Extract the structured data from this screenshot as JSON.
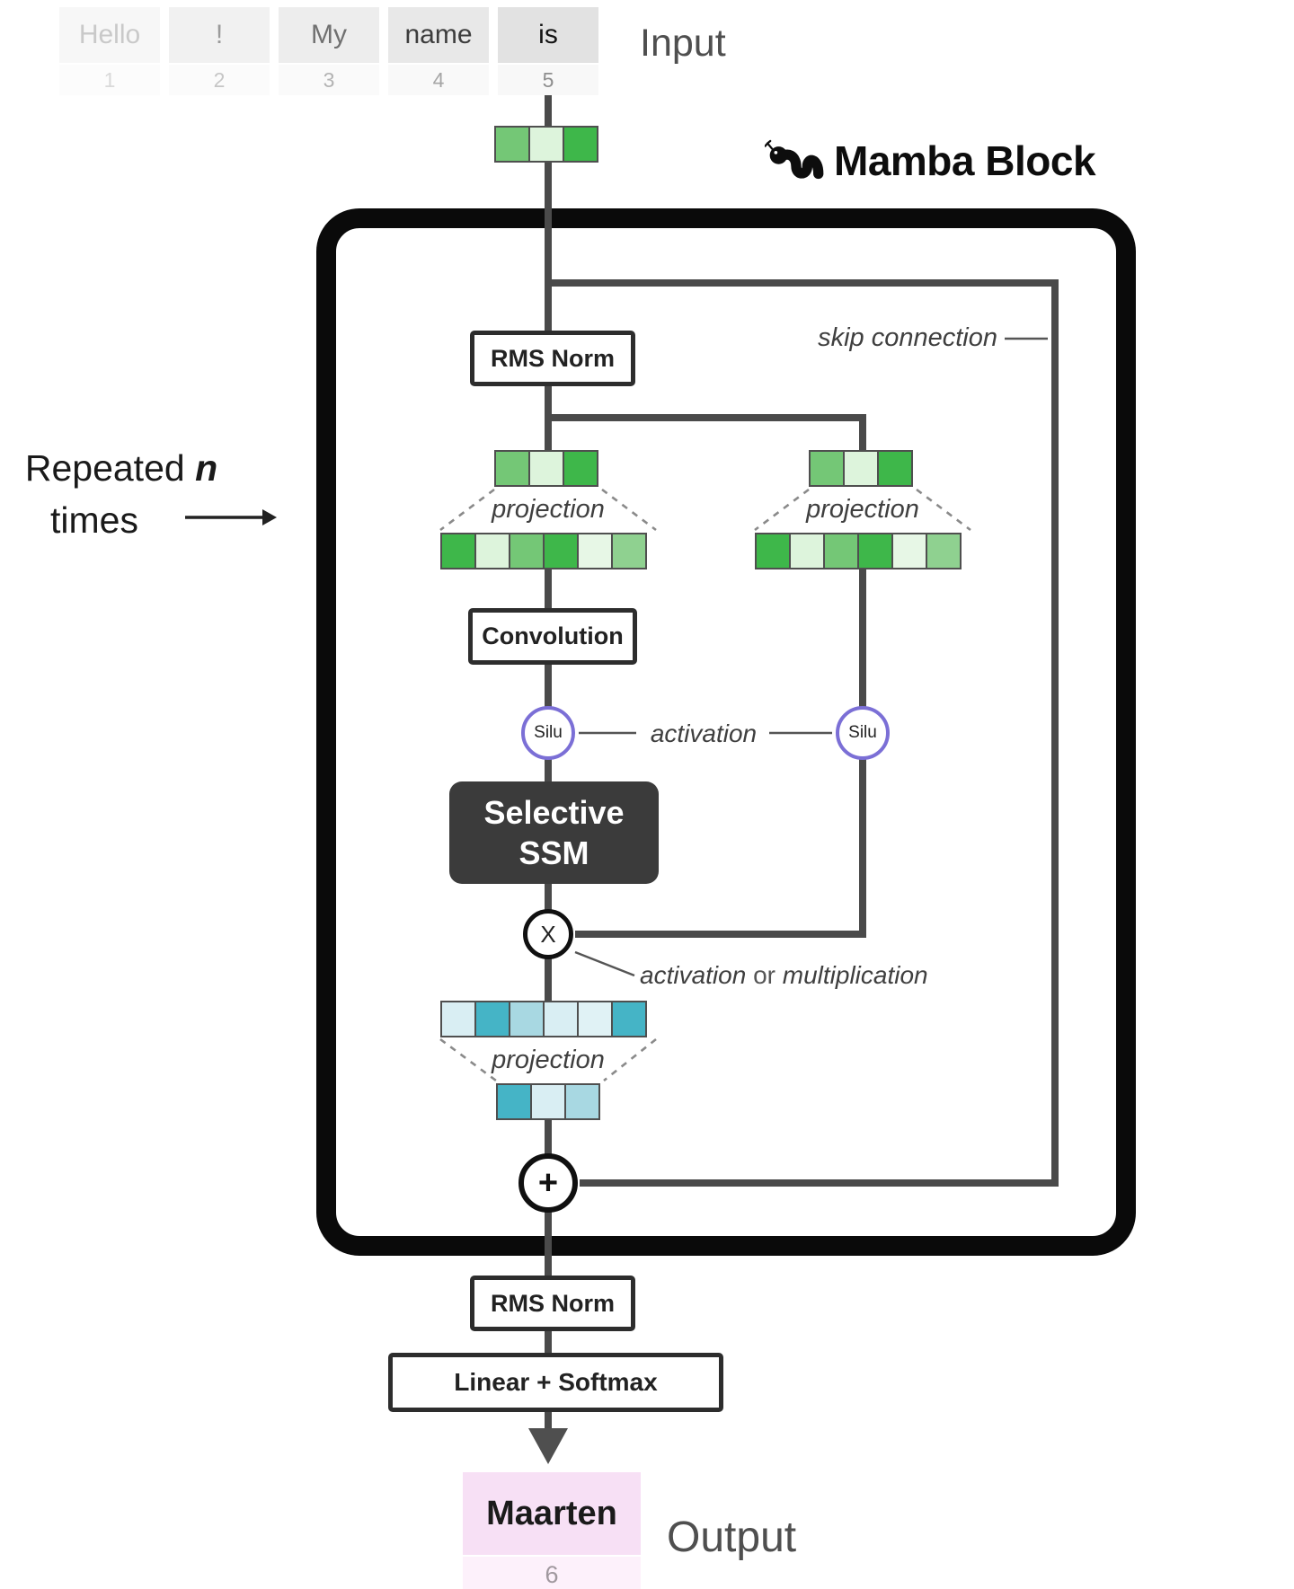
{
  "input": {
    "label": "Input",
    "tokens": [
      {
        "text": "Hello",
        "num": "1",
        "bg": "#f7f7f7",
        "fg": "#c9c9c9",
        "num_bg": "#fcfcfc",
        "num_fg": "#d9d9d9"
      },
      {
        "text": "!",
        "num": "2",
        "bg": "#f1f1f1",
        "fg": "#9a9a9a",
        "num_bg": "#fbfbfb",
        "num_fg": "#c6c6c6"
      },
      {
        "text": "My",
        "num": "3",
        "bg": "#ededed",
        "fg": "#707070",
        "num_bg": "#fafafa",
        "num_fg": "#b3b3b3"
      },
      {
        "text": "name",
        "num": "4",
        "bg": "#e8e8e8",
        "fg": "#3d3d3d",
        "num_bg": "#f9f9f9",
        "num_fg": "#a6a6a6"
      },
      {
        "text": "is",
        "num": "5",
        "bg": "#e2e2e2",
        "fg": "#141414",
        "num_bg": "#f8f8f8",
        "num_fg": "#8e8e8e"
      }
    ]
  },
  "title": {
    "text": "Mamba Block"
  },
  "repeated": {
    "word1": "Repeated",
    "n": "n",
    "word2": "times"
  },
  "labels": {
    "skip": "skip connection",
    "projection": "projection",
    "activation": "activation",
    "mult_pre": "activation",
    "mult_or": " or ",
    "mult_word": "multiplication"
  },
  "nodes": {
    "rms_norm_top": "RMS Norm",
    "convolution": "Convolution",
    "silu_left": "Silu",
    "silu_right": "Silu",
    "ssm_line1": "Selective",
    "ssm_line2": "SSM",
    "x_op": "X",
    "plus_op": "+",
    "rms_norm_bottom": "RMS Norm",
    "linear_softmax": "Linear + Softmax"
  },
  "output": {
    "label": "Output",
    "token": "Maarten",
    "num": "6",
    "token_bg": "#f7e0f5",
    "num_bg": "#fdf1fb",
    "num_fg": "#a0989e"
  },
  "vectors": {
    "green3_top": [
      "#74c776",
      "#ddf4dc",
      "#3eb74a"
    ],
    "green3_left": [
      "#74c776",
      "#ddf4dc",
      "#3eb74a"
    ],
    "green3_right": [
      "#74c776",
      "#ddf4dc",
      "#3eb74a"
    ],
    "green6_left": [
      "#3eb74a",
      "#ddf4dc",
      "#74c776",
      "#3eb74a",
      "#e7f7e6",
      "#8fd190"
    ],
    "green6_right": [
      "#3eb74a",
      "#ddf4dc",
      "#74c776",
      "#3eb74a",
      "#e7f7e6",
      "#8fd190"
    ],
    "blue6": [
      "#d9eef3",
      "#45b4c6",
      "#a8d8e2",
      "#d9eef3",
      "#e0f2f5",
      "#45b4c6"
    ],
    "blue3": [
      "#45b4c6",
      "#d9eef3",
      "#a8d8e2"
    ]
  },
  "colors": {
    "wire": "#4a4a4a",
    "silu_ring": "#7b6fd6",
    "ssm_bg": "#3b3b3b",
    "block_border": "#0a0a0a"
  }
}
